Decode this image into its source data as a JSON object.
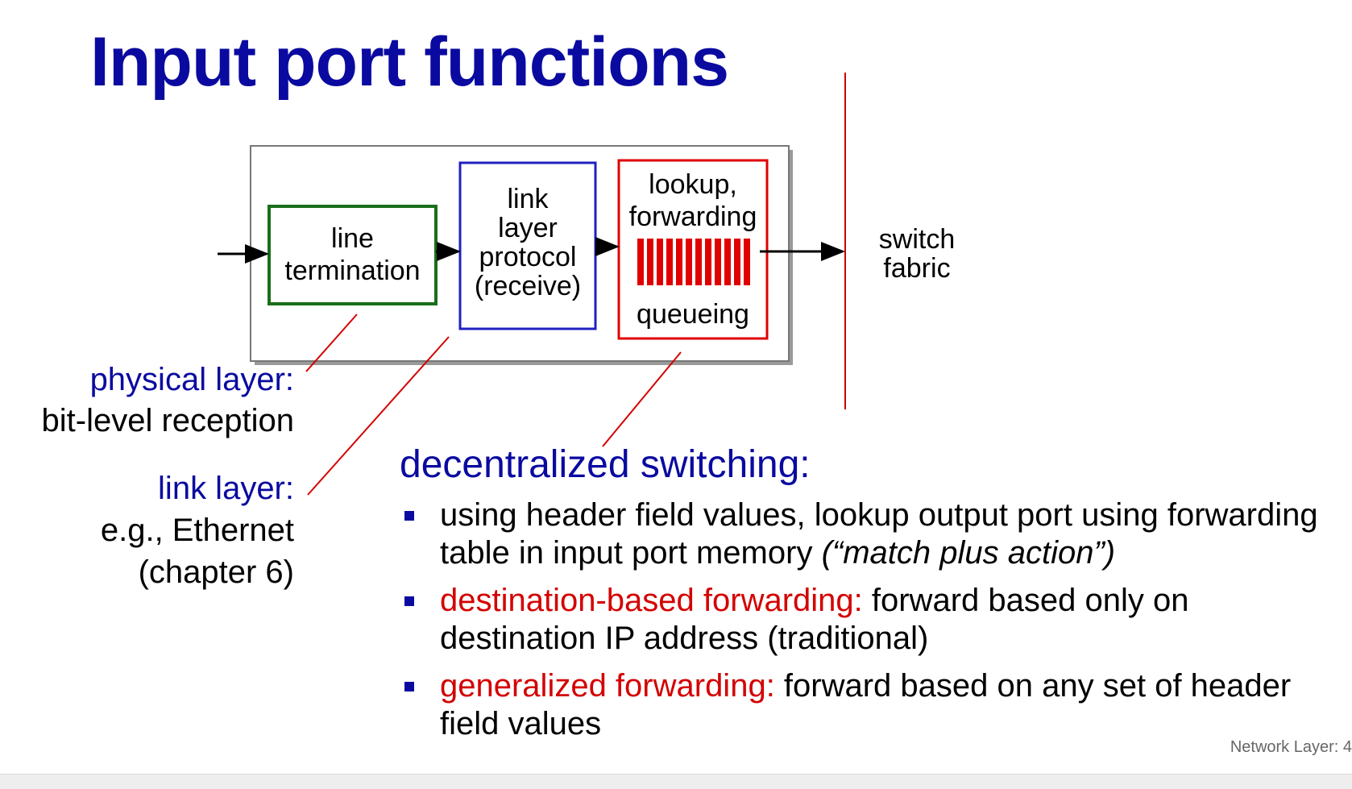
{
  "slide": {
    "title": "Input port functions",
    "footer": "Network Layer: 4"
  },
  "diagram": {
    "box_line_termination": [
      "line",
      "termination"
    ],
    "box_link_layer": [
      "link",
      "layer",
      "protocol",
      "(receive)"
    ],
    "box_lookup_top": [
      "lookup,",
      "forwarding"
    ],
    "box_lookup_bottom": "queueing",
    "switch_fabric": [
      "switch",
      "fabric"
    ],
    "colors": {
      "line_termination": "#1a6e1a",
      "link_layer": "#2020c0",
      "lookup": "#e00000",
      "fabric_line": "#cc0000"
    }
  },
  "annotations": {
    "physical_layer_title": "physical layer:",
    "physical_layer_desc": "bit-level reception",
    "link_layer_title": "link layer:",
    "link_layer_desc_1": "e.g., Ethernet",
    "link_layer_desc_2": "(chapter 6)"
  },
  "section": {
    "heading": "decentralized switching:",
    "bullets": [
      {
        "normal": "using header field values, lookup output port using forwarding table in input port memory ",
        "italic": "(“match plus action”)"
      },
      {
        "highlight": "destination-based forwarding:",
        "normal": " forward based only on destination IP address (traditional)"
      },
      {
        "highlight": "generalized forwarding:",
        "normal": " forward based on any set of header field values"
      }
    ]
  }
}
